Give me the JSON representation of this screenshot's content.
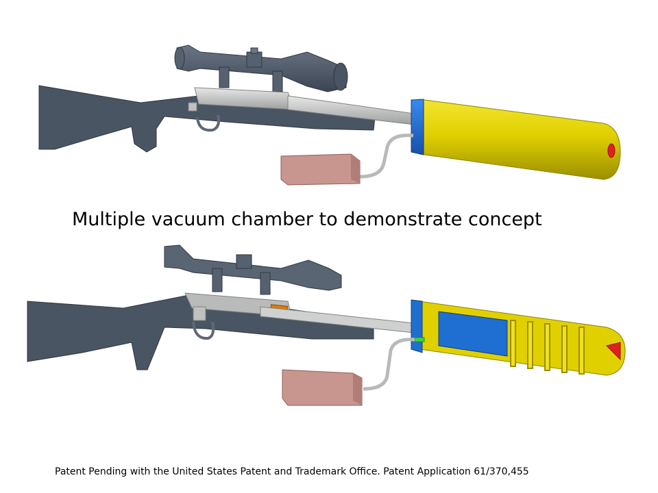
{
  "slide": {
    "caption": "Multiple vacuum chamber to demonstrate concept",
    "footer": "Patent Pending with the United States Patent and Trademark Office. Patent Application 61/370,455"
  },
  "colors": {
    "background": "#ffffff",
    "stock": "#4a5563",
    "barrel": "#c9cbc9",
    "suppressor": "#e0d000",
    "suppressor_cap": "#1e6fd1",
    "pump_box": "#c9958f",
    "nozzle": "#e0201f",
    "cartridge": "#e07a00",
    "valve": "#3fd33f"
  },
  "figures": [
    {
      "name": "rifle-with-suppressor",
      "view": "exterior"
    },
    {
      "name": "rifle-with-suppressor",
      "view": "cutaway"
    }
  ]
}
